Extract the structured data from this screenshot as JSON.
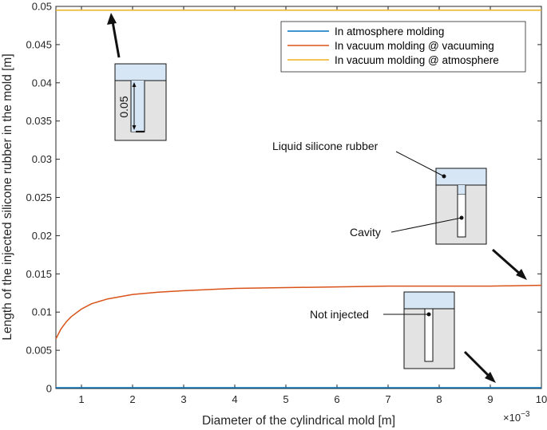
{
  "chart_data": {
    "type": "line",
    "title": "",
    "xlabel": "Diameter of the cylindrical mold [m]",
    "ylabel": "Length of the injected silicone rubber in the mold [m]",
    "x_exponent_label": "×10",
    "x_exponent_power": "−3",
    "xlim": [
      0.5,
      10
    ],
    "ylim": [
      0,
      0.05
    ],
    "grid": false,
    "legend_position": "top-right",
    "x_ticks": [
      1,
      2,
      3,
      4,
      5,
      6,
      7,
      8,
      9,
      10
    ],
    "x_tick_labels": [
      "1",
      "2",
      "3",
      "4",
      "5",
      "6",
      "7",
      "8",
      "9",
      "10"
    ],
    "y_ticks": [
      0,
      0.005,
      0.01,
      0.015,
      0.02,
      0.025,
      0.03,
      0.035,
      0.04,
      0.045,
      0.05
    ],
    "y_tick_labels": [
      "0",
      "0.005",
      "0.01",
      "0.015",
      "0.02",
      "0.025",
      "0.03",
      "0.035",
      "0.04",
      "0.045",
      "0.05"
    ],
    "series": [
      {
        "name": "In atmosphere molding",
        "color": "#0072bd",
        "x": [
          0.5,
          1,
          2,
          3,
          4,
          5,
          6,
          7,
          8,
          9,
          10
        ],
        "y": [
          0.0001,
          0.0001,
          0.0001,
          0.0001,
          0.0001,
          0.0001,
          0.0001,
          0.0001,
          0.0001,
          0.0001,
          0.0001
        ]
      },
      {
        "name": "In vacuum molding @ vacuuming",
        "color": "#d95319",
        "x": [
          0.5,
          0.6,
          0.7,
          0.8,
          1.0,
          1.2,
          1.5,
          2,
          2.5,
          3,
          4,
          5,
          6,
          7,
          8,
          9,
          10
        ],
        "y": [
          0.0065,
          0.0078,
          0.0087,
          0.0094,
          0.0104,
          0.0111,
          0.0117,
          0.0123,
          0.0126,
          0.0128,
          0.0131,
          0.0132,
          0.0133,
          0.0134,
          0.0134,
          0.0134,
          0.0135
        ]
      },
      {
        "name": "In vacuum molding @ atmosphere",
        "color": "#edb120",
        "x": [
          0.5,
          10
        ],
        "y": [
          0.0495,
          0.0495
        ]
      }
    ],
    "annotations": {
      "dimension_label": "0.05",
      "liquid_label": "Liquid silicone rubber",
      "cavity_label": "Cavity",
      "not_injected_label": "Not injected"
    }
  }
}
